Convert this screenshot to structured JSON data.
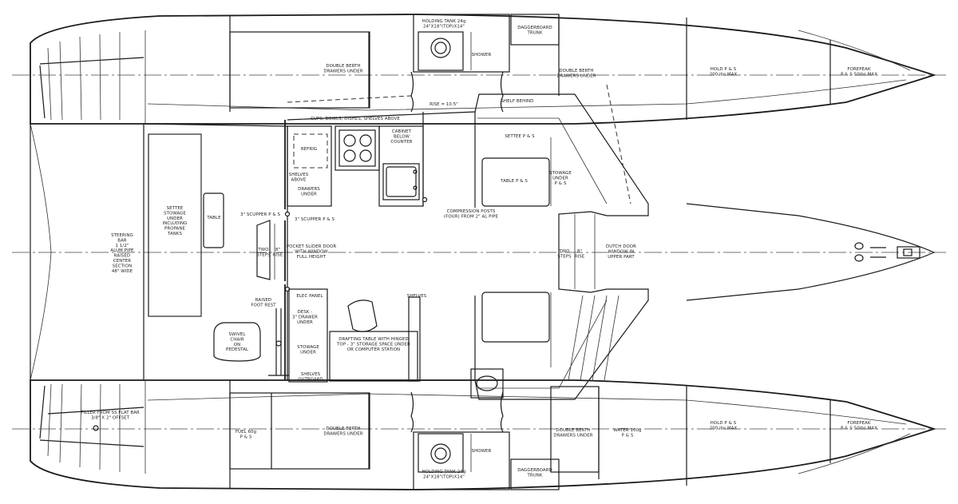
{
  "labels": {
    "holding_tank_top": [
      "HOLDING TANK 24g",
      "24\"X18\"(TOP)X14\""
    ],
    "daggerboard_trunk_top": [
      "DAGGERBOARD",
      "TRUNK"
    ],
    "shower_top": "SHOWER",
    "double_berth_port_aft": [
      "DOUBLE BERTH",
      "DRAWERS UNDER"
    ],
    "double_berth_port_fwd": [
      "DOUBLE BERTH",
      "DRAWERS UNDER"
    ],
    "hold_top": [
      "HOLD P & S",
      "200 lbs MAX"
    ],
    "forepeak_top": [
      "FOREPEAK",
      "P & S 50lbs MAX"
    ],
    "rise": "RISE = 10.5\"",
    "shelf_behind": "SHELF BEHIND",
    "cups": "CUPS, BOWLS, DISHES, SHELVES ABOVE",
    "refrig": "REFRIG",
    "cabinet": [
      "CABINET",
      "BELOW",
      "COUNTER"
    ],
    "settee_ps": "SETTEE P & S",
    "table_ps": "TABLE P & S",
    "stowage_under_ps": [
      "STOWAGE",
      "UNDER",
      "P & S"
    ],
    "shelves_above": [
      "SHELVES",
      "ABOVE"
    ],
    "drawers_under": [
      "DRAWERS",
      "UNDER"
    ],
    "compression": [
      "COMPRESSION POSTS",
      "(FOUR) FROM 2\" AL PIPE"
    ],
    "settee_stowage": [
      "SETTEE",
      "STOWAGE",
      "UNDER",
      "INCLUDING",
      "PROPANE",
      "TANKS"
    ],
    "table_aft": "TABLE",
    "scupper_1": "3\" SCUPPER P & S",
    "scupper_2": "3\" SCUPPER P & S",
    "steering_bar": [
      "STEERING",
      "BAR",
      "1 1/2\"",
      "ALUM PIPE",
      "RAISED",
      "CENTER",
      "SECTION",
      "48\" WIDE"
    ],
    "two_steps_aft": [
      "TWO",
      "STEPS"
    ],
    "rise_aft": [
      "8\"",
      "RISE"
    ],
    "pocket_door": [
      "POCKET SLIDER DOOR",
      "WITH WINDOW",
      "FULL HEIGHT"
    ],
    "two_steps_fwd": [
      "TWO",
      "STEPS"
    ],
    "rise_fwd": [
      "8\"",
      "RISE"
    ],
    "dutch_door": [
      "DUTCH DOOR",
      "WINDOW IN",
      "UPPER PART"
    ],
    "elec_panel": "ELEC PANEL",
    "shelves": "SHELVES",
    "raised_foot_rest": [
      "RAISED",
      "FOOT REST"
    ],
    "desk": [
      "DESK -",
      "3\" DRAWER",
      "UNDER"
    ],
    "swivel_chair": [
      "SWIVEL",
      "CHAIR",
      "ON",
      "PEDESTAL"
    ],
    "stowage_under": [
      "STOWAGE",
      "UNDER"
    ],
    "drafting_table": [
      "DRAFTING TABLE WITH HINGED",
      "TOP - 3\" STORAGE SPACE UNDER",
      "OR COMPUTER STATION"
    ],
    "shelves_outboard": [
      "SHELVES",
      "OUTBOARD"
    ],
    "tiller": [
      "TILLER FROM SS FLAT BAR",
      "3/8\" X 2\" OFFSET"
    ],
    "fuel": [
      "FUEL 60g",
      "P & S"
    ],
    "double_berth_stbd_aft": [
      "DOUBLE BERTH",
      "DRAWERS UNDER"
    ],
    "double_berth_stbd_fwd": [
      "DOUBLE BERTH",
      "DRAWERS UNDER"
    ],
    "water": [
      "WATER 100g",
      "P & S"
    ],
    "hold_bot": [
      "HOLD P & S",
      "200 lbs MAX"
    ],
    "forepeak_bot": [
      "FOREPEAK",
      "P & S 50lbs MAX"
    ],
    "shower_bot": "SHOWER",
    "holding_tank_bot": [
      "HOLDING TANK 24g",
      "24\"X18\"(TOP)X14\""
    ],
    "daggerboard_trunk_bot": [
      "DAGGERBOARD",
      "TRUNK"
    ]
  }
}
